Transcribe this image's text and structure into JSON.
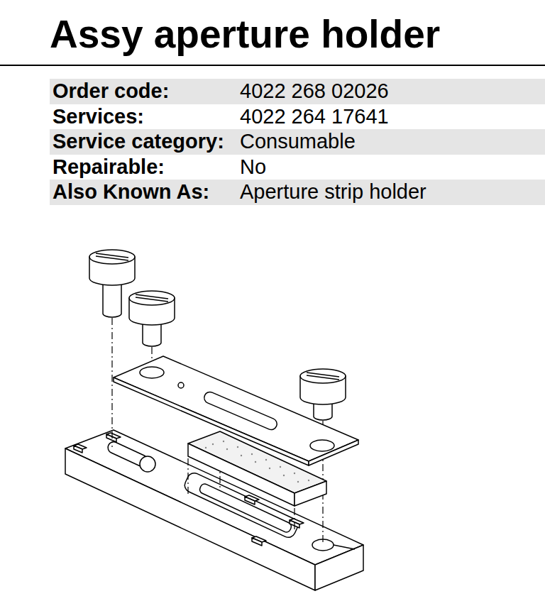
{
  "diagram": {
    "title": "Assy aperture holder",
    "labels": [
      "Order code:",
      "4022 268 02026",
      "Services:",
      "4022 264 17641",
      "Service category:",
      "Consumable",
      "Repairable:",
      "No",
      "Also Known As:",
      "Aperture strip holder"
    ]
  }
}
